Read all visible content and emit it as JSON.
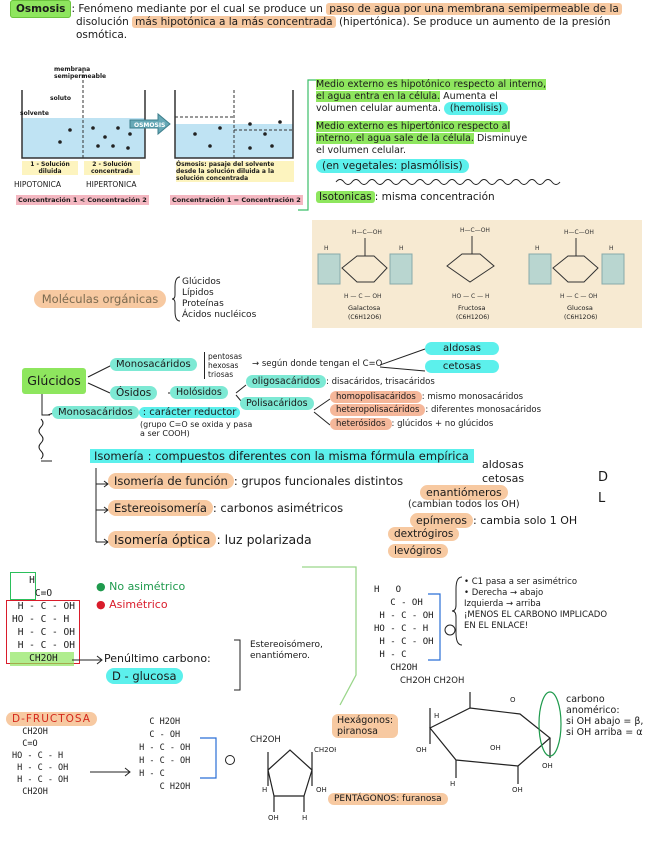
{
  "osmosis": {
    "title": "Osmosis",
    "def_a": ": Fenómeno mediante por el cual se produce un",
    "def_hl1": "paso de agua por una membrana semipermeable de la",
    "def_b": "disolución",
    "def_hl2": "más hipotónica a la más concentrada",
    "def_c": "(hipertónica). Se produce un aumento de la presión",
    "def_d": "osmótica."
  },
  "diagram": {
    "membrana": "membrana\nsemipermeable",
    "soluto": "soluto",
    "solvente": "solvente",
    "arrow": "OSMOSIS",
    "sol1": "1 - Solución\ndiluida",
    "sol1_hw": "HIPOTONICA",
    "sol2": "2 - Solución\nconcentrada",
    "sol2_hw": "HIPERTONICA",
    "caption": "Ósmosis: pasaje del solvente\ndesde la solución diluida a la\nsolución concentrada",
    "conc_left": "Concentración 1 < Concentración 2",
    "conc_right": "Concentración 1 = Concentración 2"
  },
  "medio": {
    "hypo_hl": "Medio externo es hipotónico respecto al interno,\nel agua entra en la célula.",
    "hypo_rest": "Aumenta el\nvolumen celular aumenta.",
    "hypo_tag": "(hemolisis)",
    "hyper_hl": "Medio externo es hipertónico respecto al\ninterno, el agua sale de la célula.",
    "hyper_rest": "Disminuye\nel volumen celular.",
    "plasmo": "(en vegetales: plasmólisis)",
    "iso_hl": "Isotonicas",
    "iso_rest": ": misma concentración"
  },
  "sugars": {
    "galactosa": "Galactosa",
    "galactosa_f": "(C6H12O6)",
    "fructosa": "Fructosa",
    "fructosa_f": "(C6H12O6)",
    "glucosa": "Glucosa",
    "glucosa_f": "(C6H12O6)"
  },
  "organicas": {
    "title": "Moléculas orgánicas",
    "items": [
      "Glúcidos",
      "Lípidos",
      "Proteínas",
      "Ácidos nucléicos"
    ]
  },
  "glucidos": {
    "title": "Glúcidos",
    "mono": "Monosacáridos",
    "mono_list": "pentosas\nhexosas\ntriosas",
    "segun": "→ según donde tengan el C=O",
    "aldosas": "aldosas",
    "cetosas": "cetosas",
    "osidos": "Ósidos",
    "holosidos": "Holósidos",
    "oligo": "oligosacáridos",
    "oligo_rest": ": disacáridos, trisacáridos",
    "poli": "Polisacáridos",
    "homo": "homopolisacáridos",
    "homo_rest": ": mismo monosacáridos",
    "hetero": "heteropolisacáridos",
    "hetero_rest": ": diferentes monosacáridos",
    "heterosidos": "heterósidos",
    "heterosidos_rest": ": glúcidos + no glúcidos",
    "mono2": "Monosacáridos",
    "reductor": ": carácter reductor",
    "reductor_note": "(grupo C=O se oxida y pasa\na ser COOH)"
  },
  "isomeria": {
    "title": "Isomería",
    "def": ": compuestos diferentes con la misma fórmula empírica",
    "funcion": "Isomería de función",
    "funcion_rest": ": grupos funcionales distintos",
    "aldosas": "aldosas",
    "cetosas": "cetosas",
    "estereo": "Estereoisomería",
    "estereo_rest": ": carbonos asimétricos",
    "enantio": "enantiómeros",
    "enantio_note": "(cambian todos los OH)",
    "d": "D",
    "l": "L",
    "epimeros": "epímeros",
    "epimeros_rest": ": cambia solo 1 OH",
    "optica": "Isomería óptica",
    "optica_rest": ": luz polarizada",
    "dextro": "dextrógiros",
    "levo": "levógiros"
  },
  "glucose_chain": {
    "lines": "   H\n    C=O\n H - C - OH\nHO - C - H\n H - C - OH\n H - C - OH\n   CH2OH",
    "legend_no": "No asimétrico",
    "legend_asim": "Asimétrico",
    "penultimo": "Penúltimo carbono:",
    "d_glucosa": "D - glucosa",
    "estereo_note": "Estereoisómero,\nenantiómero."
  },
  "ring_notes": {
    "chain": "H   O\n   C - OH\n H - C - OH\nHO - C - H\n H - C - OH\n H - C\n   CH2OH",
    "bullets": "• C1 pasa a ser asimétrico\n• Derecha → abajo\n  Izquierda → arriba\n¡MENOS EL CARBONO IMPLICADO\nEN EL ENLACE!",
    "ring_top": "CH2OH   CH2OH",
    "anomero": "carbono\nanomérico:\nsi OH abajo = β,\nsi OH arriba = α",
    "hexagonos": "Hexágonos:\npiranosa",
    "pentagonos": "PENTÁGONOS: furanosa"
  },
  "fructosa": {
    "title": "D-FRUCTOSA",
    "chain": "  CH2OH\n  C=O\nHO - C - H\n H - C - OH\n H - C - OH\n  CH2OH",
    "chain2": "   C H2OH\n   C - OH\n H - C - OH\n H - C - OH\n H - C\n     C H2OH",
    "ring": "CH2OH"
  }
}
